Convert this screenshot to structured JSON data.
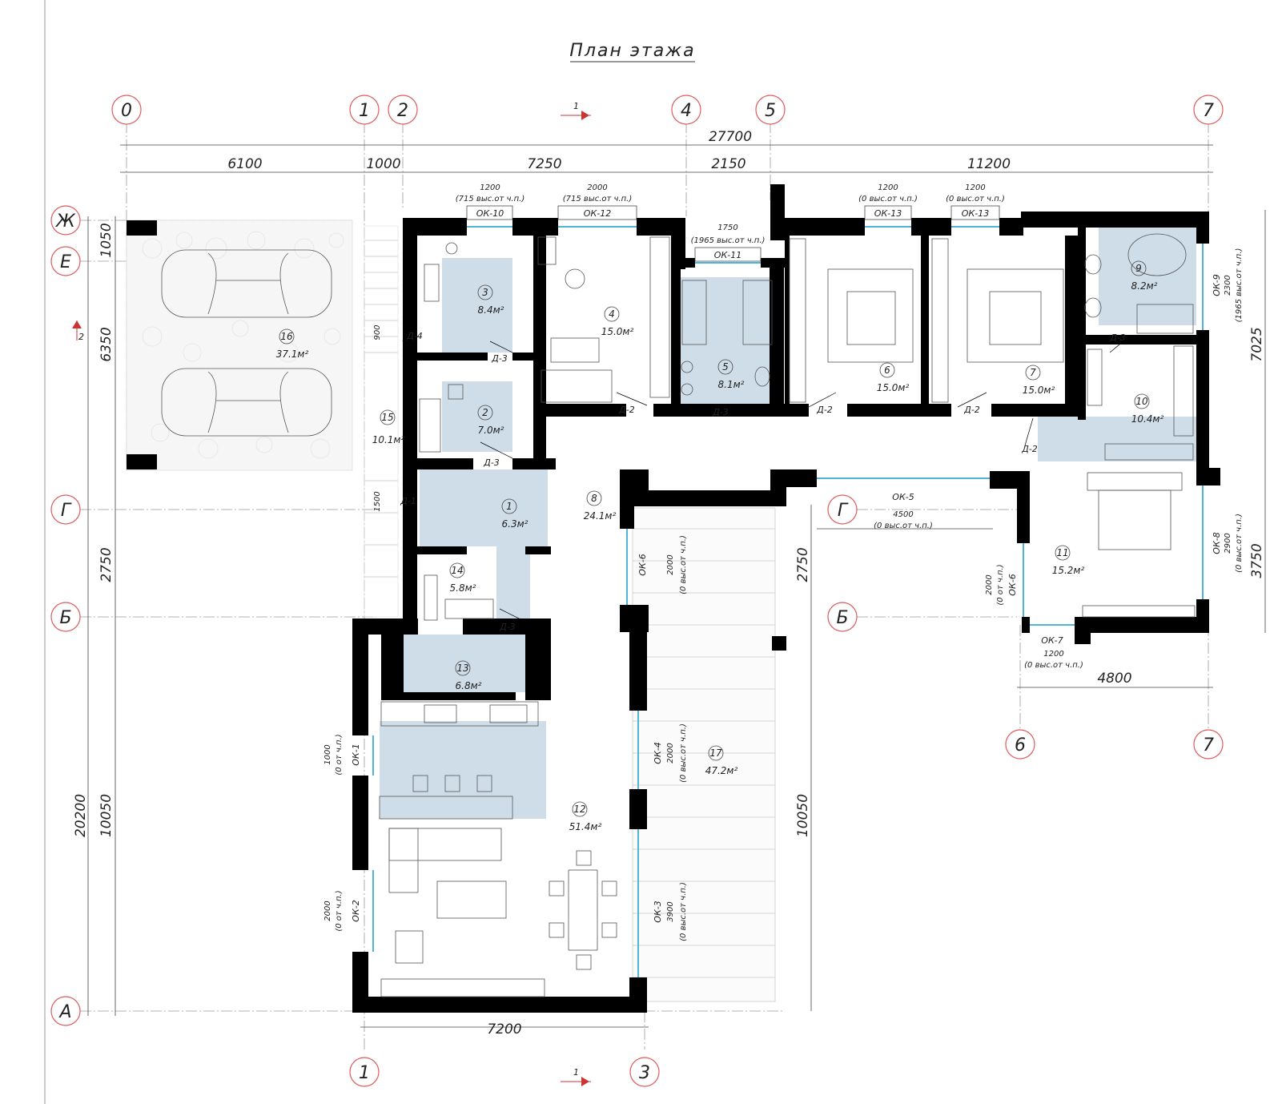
{
  "title": "План этажа",
  "axes_top": [
    {
      "label": "0"
    },
    {
      "label": "1"
    },
    {
      "label": "2"
    },
    {
      "label": "4"
    },
    {
      "label": "5"
    },
    {
      "label": "7"
    }
  ],
  "axes_bottom": [
    {
      "label": "1"
    },
    {
      "label": "3"
    }
  ],
  "axes_right_bottom": [
    {
      "label": "6"
    },
    {
      "label": "7"
    }
  ],
  "axes_left": [
    {
      "label": "Ж"
    },
    {
      "label": "Е"
    },
    {
      "label": "Г"
    },
    {
      "label": "Б"
    },
    {
      "label": "А"
    }
  ],
  "axes_inner": [
    {
      "label": "Г"
    },
    {
      "label": "Б"
    }
  ],
  "section_marks": [
    "1",
    "1",
    "2"
  ],
  "dims_top": {
    "overall": "27700",
    "segments": [
      "6100",
      "1000",
      "7250",
      "2150",
      "11200"
    ]
  },
  "dims_left": {
    "overall": "20200",
    "segments": [
      "1050",
      "6350",
      "2750",
      "10050"
    ]
  },
  "dims_other": {
    "bottom": "7200",
    "right_wing_bottom": "4800",
    "right_top": "7025",
    "right_bottom": "3750",
    "inner_2750": "2750",
    "inner_10050": "10050",
    "d4_width": "900",
    "d1_width": "1500"
  },
  "rooms": [
    {
      "num": "1",
      "area": "6.3м²"
    },
    {
      "num": "2",
      "area": "7.0м²"
    },
    {
      "num": "3",
      "area": "8.4м²"
    },
    {
      "num": "4",
      "area": "15.0м²"
    },
    {
      "num": "5",
      "area": "8.1м²"
    },
    {
      "num": "6",
      "area": "15.0м²"
    },
    {
      "num": "7",
      "area": "15.0м²"
    },
    {
      "num": "8",
      "area": "24.1м²"
    },
    {
      "num": "9",
      "area": "8.2м²"
    },
    {
      "num": "10",
      "area": "10.4м²"
    },
    {
      "num": "11",
      "area": "15.2м²"
    },
    {
      "num": "12",
      "area": "51.4м²"
    },
    {
      "num": "13",
      "area": "6.8м²"
    },
    {
      "num": "14",
      "area": "5.8м²"
    },
    {
      "num": "15",
      "area": "10.1м²"
    },
    {
      "num": "16",
      "area": "37.1м²"
    },
    {
      "num": "17",
      "area": "47.2м²"
    }
  ],
  "windows": [
    {
      "label": "ОК-10",
      "size": "1200",
      "note": "(715 выс.от ч.п.)"
    },
    {
      "label": "ОК-12",
      "size": "2000",
      "note": "(715 выс.от ч.п.)"
    },
    {
      "label": "ОК-11",
      "size": "1750",
      "note": "(1965 выс.от ч.п.)"
    },
    {
      "label": "ОК-13",
      "size": "1200",
      "note": "(0 выс.от ч.п.)"
    },
    {
      "label": "ОК-13",
      "size": "1200",
      "note": "(0 выс.от ч.п.)"
    },
    {
      "label": "ОК-9",
      "size": "2300",
      "note": "(1965 выс.от ч.п.)"
    },
    {
      "label": "ОК-5",
      "size": "4500",
      "note": "(0 выс.от ч.п.)"
    },
    {
      "label": "ОК-6",
      "size": "2000",
      "note": "(0 выс.от ч.п.)"
    },
    {
      "label": "ОК-8",
      "size": "2900",
      "note": "(0 выс.от ч.п.)"
    },
    {
      "label": "ОК-6",
      "size": "2000",
      "note": "(0 от ч.п.)"
    },
    {
      "label": "ОК-7",
      "size": "1200",
      "note": "(0 выс.от ч.п.)"
    },
    {
      "label": "ОК-1",
      "size": "1000",
      "note": "(0 от ч.п.)"
    },
    {
      "label": "ОК-4",
      "size": "2000",
      "note": "(0 выс.от ч.п.)"
    },
    {
      "label": "ОК-2",
      "size": "2000",
      "note": "(0 от ч.п.)"
    },
    {
      "label": "ОК-3",
      "size": "3900",
      "note": "(0 выс.от ч.п.)"
    }
  ],
  "doors": [
    "Д-4",
    "Д-3",
    "Д-3",
    "Д-1",
    "Д-3",
    "Д-2",
    "Д-3",
    "Д-2",
    "Д-2",
    "Д-3",
    "Д-2"
  ]
}
